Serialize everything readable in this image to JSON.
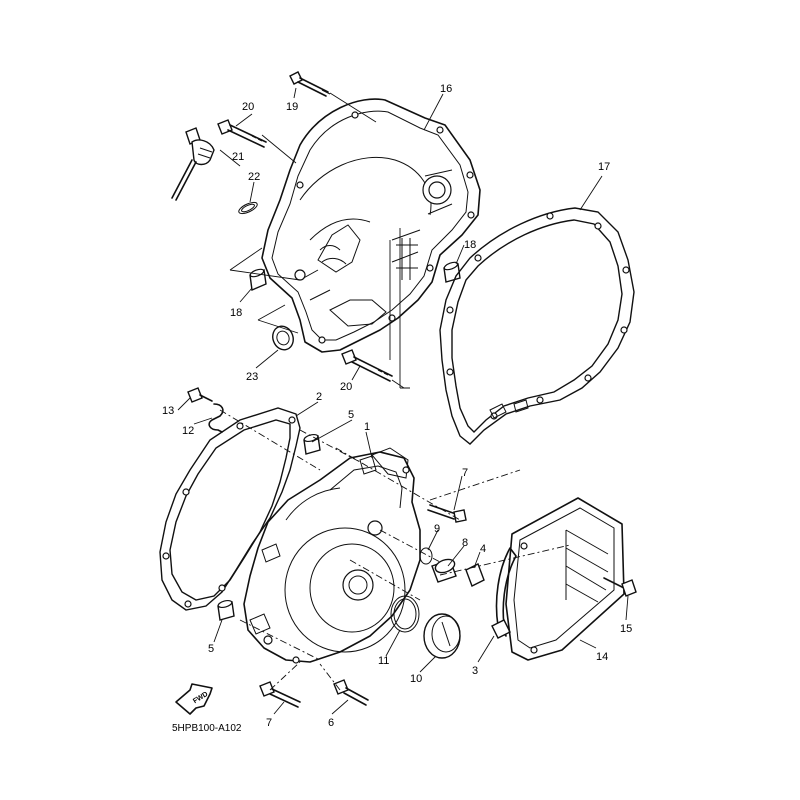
{
  "diagram": {
    "drawing_code": "5HPB100-A102",
    "fwd_label": "FWD",
    "callouts": [
      {
        "id": "c1",
        "label": "1"
      },
      {
        "id": "c2",
        "label": "2"
      },
      {
        "id": "c3",
        "label": "3"
      },
      {
        "id": "c4",
        "label": "4"
      },
      {
        "id": "c5a",
        "label": "5"
      },
      {
        "id": "c5b",
        "label": "5"
      },
      {
        "id": "c6",
        "label": "6"
      },
      {
        "id": "c7a",
        "label": "7"
      },
      {
        "id": "c7b",
        "label": "7"
      },
      {
        "id": "c8",
        "label": "8"
      },
      {
        "id": "c9",
        "label": "9"
      },
      {
        "id": "c10",
        "label": "10"
      },
      {
        "id": "c11",
        "label": "11"
      },
      {
        "id": "c12",
        "label": "12"
      },
      {
        "id": "c13",
        "label": "13"
      },
      {
        "id": "c14",
        "label": "14"
      },
      {
        "id": "c15",
        "label": "15"
      },
      {
        "id": "c16",
        "label": "16"
      },
      {
        "id": "c17",
        "label": "17"
      },
      {
        "id": "c18a",
        "label": "18"
      },
      {
        "id": "c18b",
        "label": "18"
      },
      {
        "id": "c19",
        "label": "19"
      },
      {
        "id": "c20a",
        "label": "20"
      },
      {
        "id": "c20b",
        "label": "20"
      },
      {
        "id": "c21",
        "label": "21"
      },
      {
        "id": "c22",
        "label": "22"
      },
      {
        "id": "c23",
        "label": "23"
      }
    ]
  }
}
